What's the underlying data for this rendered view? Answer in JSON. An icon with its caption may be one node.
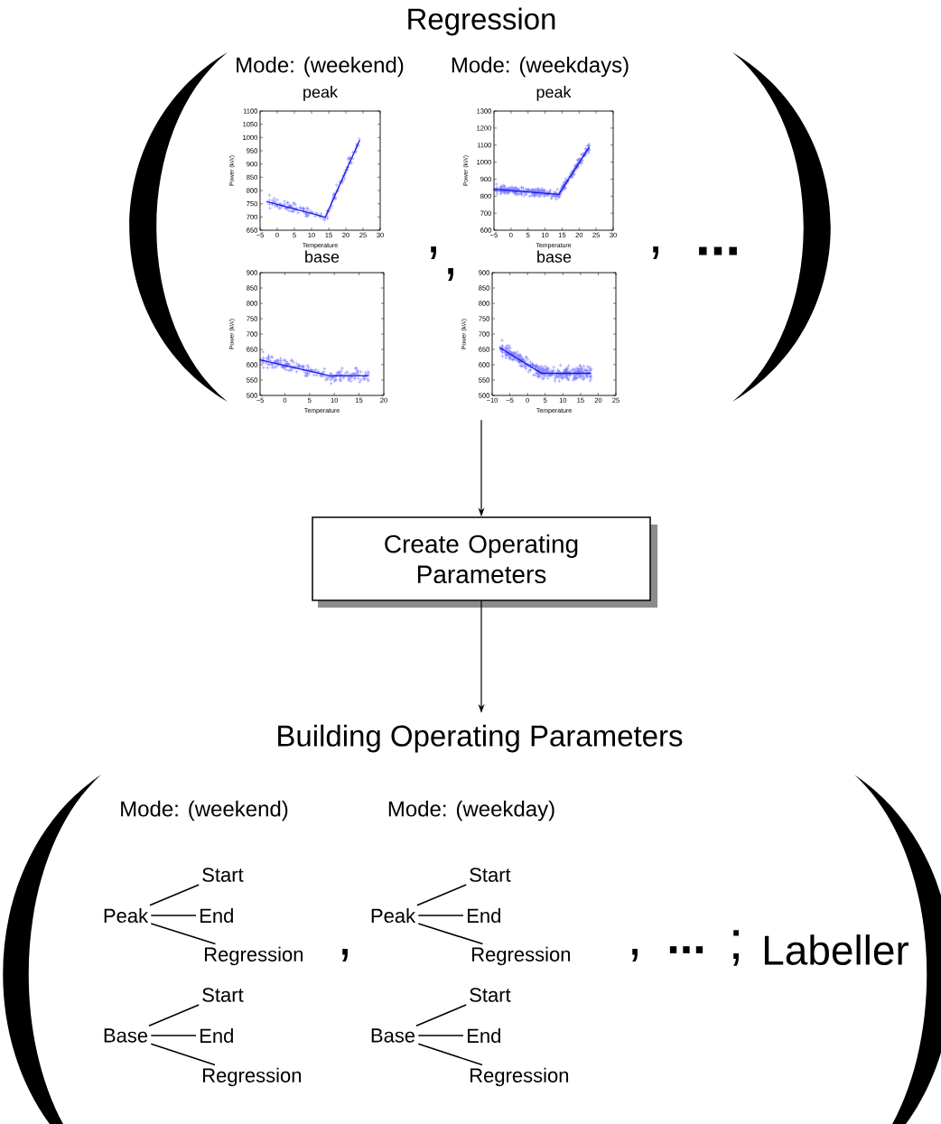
{
  "diagram": {
    "nodes": [
      {
        "text": [
          "Regression"
        ]
      },
      {
        "text": [
          "Create Operating Parameters"
        ]
      },
      {
        "text": [
          "Building Operating Parameters"
        ]
      },
      {
        "text": [
          "Peak"
        ],
        "in": 2
      },
      {
        "text": [
          "Start"
        ],
        "in": 2
      },
      {
        "text": [
          "End"
        ],
        "in": 2
      },
      {
        "text": [
          "Regression"
        ],
        "in": 2
      },
      {
        "text": [
          "Base"
        ],
        "in": 2
      },
      {
        "text": [
          "Start"
        ],
        "in": 2
      },
      {
        "text": [
          "End"
        ],
        "in": 2
      },
      {
        "text": [
          "Regression"
        ],
        "in": 2
      },
      {
        "text": [
          "Peak"
        ],
        "in": 2
      },
      {
        "text": [
          "Start"
        ],
        "in": 2
      },
      {
        "text": [
          "End"
        ],
        "in": 2
      },
      {
        "text": [
          "Regression"
        ],
        "in": 2
      },
      {
        "text": [
          "Base"
        ],
        "in": 2
      },
      {
        "text": [
          "Start"
        ],
        "in": 2
      },
      {
        "text": [
          "End"
        ],
        "in": 2
      },
      {
        "text": [
          "Regression"
        ],
        "in": 2
      }
    ],
    "edges": [
      {
        "from": 0,
        "to": 1,
        "arrow": "to"
      },
      {
        "from": 1,
        "to": 2,
        "arrow": "to"
      },
      {
        "from": 3,
        "to": 4,
        "arrow": "none"
      },
      {
        "from": 3,
        "to": 5,
        "arrow": "none"
      },
      {
        "from": 3,
        "to": 6,
        "arrow": "none"
      },
      {
        "from": 7,
        "to": 8,
        "arrow": "none"
      },
      {
        "from": 7,
        "to": 9,
        "arrow": "none"
      },
      {
        "from": 7,
        "to": 10,
        "arrow": "none"
      },
      {
        "from": 11,
        "to": 12,
        "arrow": "none"
      },
      {
        "from": 11,
        "to": 13,
        "arrow": "none"
      },
      {
        "from": 11,
        "to": 14,
        "arrow": "none"
      },
      {
        "from": 15,
        "to": 16,
        "arrow": "none"
      },
      {
        "from": 15,
        "to": 17,
        "arrow": "none"
      },
      {
        "from": 15,
        "to": 18,
        "arrow": "none"
      }
    ],
    "labels": [
      "Mode: (weekend)",
      "Mode: (weekdays)",
      "peak",
      "Power (kW)",
      "650",
      "700",
      "750",
      "800",
      "850",
      "900",
      "950",
      "1000",
      "1050",
      "1100",
      "−5",
      "0",
      "5",
      "10",
      "15",
      "20",
      "25",
      "30",
      "Temperature",
      "peak",
      "Power (kW)",
      "600",
      "700",
      "800",
      "900",
      "1000",
      "1100",
      "1200",
      "1300",
      "−5",
      "0",
      "5",
      "10",
      "15",
      "20",
      "25",
      "30",
      "Temperature",
      "base",
      "Power (kW)",
      "500",
      "550",
      "600",
      "650",
      "700",
      "750",
      "800",
      "850",
      "900",
      "−5",
      "0",
      "5",
      "10",
      "15",
      "20",
      "Temperature",
      "base",
      "Power (kW)",
      "500",
      "550",
      "600",
      "650",
      "700",
      "750",
      "800",
      "850",
      "900",
      "−10",
      "−5",
      "0",
      "5",
      "10",
      "15",
      "20",
      "25",
      "Temperature",
      ",",
      ",",
      ",",
      "...",
      "Mode: (weekend)",
      "Mode: (weekday)",
      ",",
      ",",
      "...",
      ";",
      "Labeller"
    ]
  }
}
